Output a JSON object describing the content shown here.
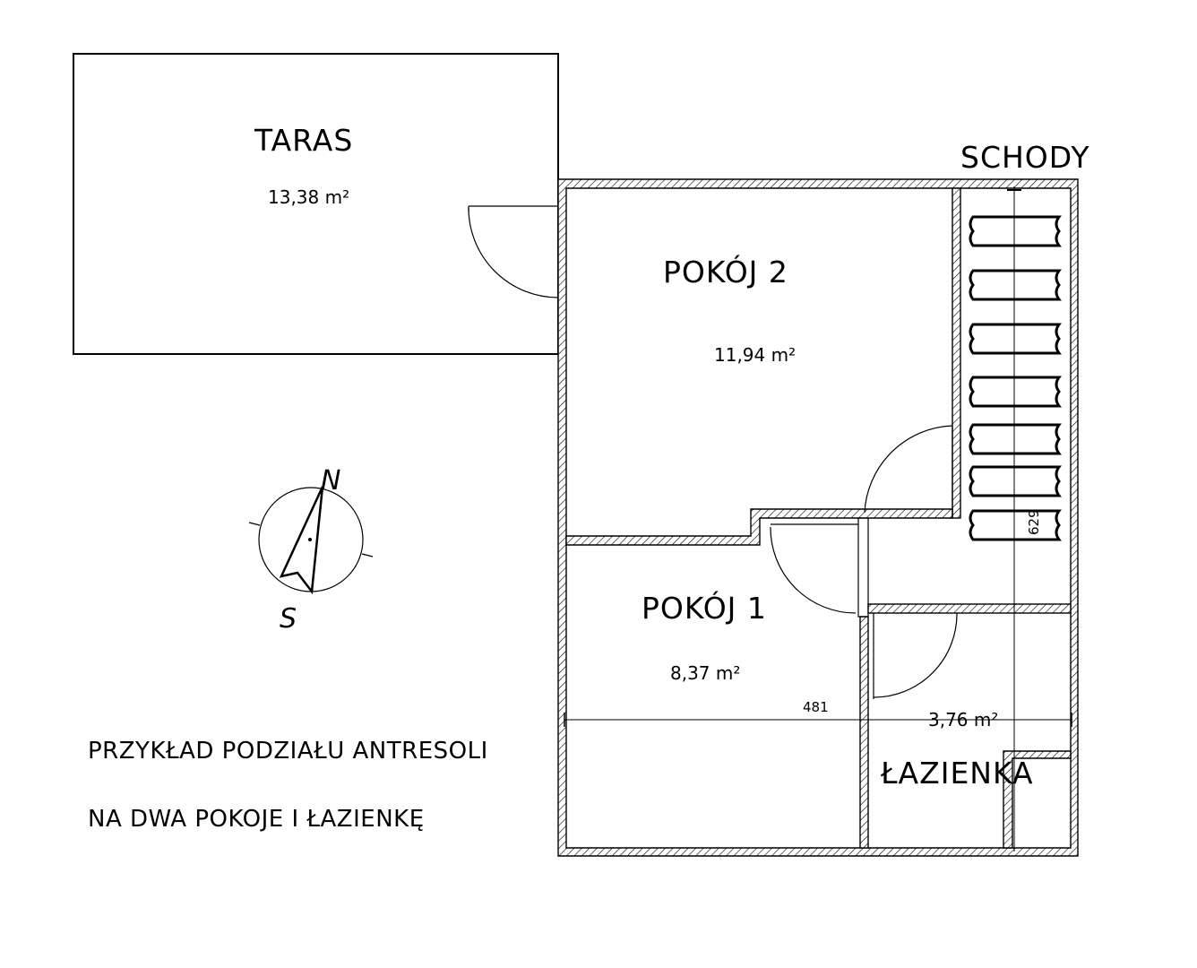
{
  "rooms": {
    "taras": {
      "name": "TARAS",
      "area": "13,38 m²"
    },
    "pokoj2": {
      "name": "POKÓJ 2",
      "area": "11,94 m²"
    },
    "pokoj1": {
      "name": "POKÓJ 1",
      "area": "8,37 m²"
    },
    "lazienka": {
      "name": "ŁAZIENKA",
      "area": "3,76 m²"
    },
    "schody": {
      "name": "SCHODY"
    }
  },
  "dimensions": {
    "width": "481",
    "height": "629"
  },
  "compass": {
    "north": "N",
    "south": "S"
  },
  "caption": {
    "line1": "PRZYKŁAD PODZIAŁU ANTRESOLI",
    "line2": "NA DWA POKOJE I ŁAZIENKĘ"
  }
}
